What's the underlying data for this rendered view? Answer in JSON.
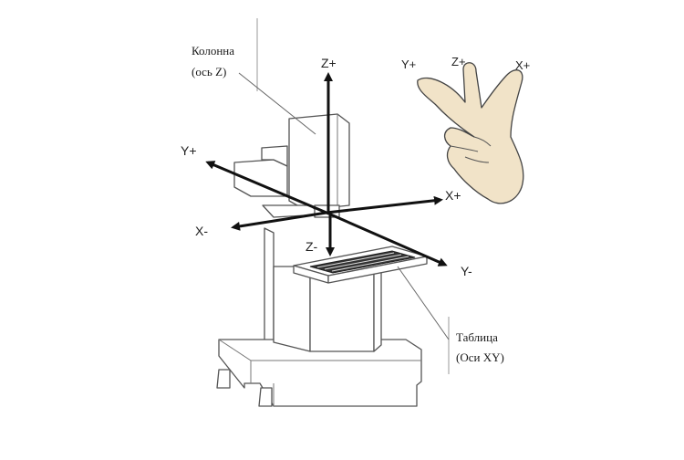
{
  "callouts": {
    "column": {
      "line1": "Колонна",
      "line2": "(ось Z)"
    },
    "table": {
      "line1": "Таблица",
      "line2": "(Оси XY)"
    }
  },
  "axes": {
    "z_plus": "Z+",
    "z_minus": "Z-",
    "x_plus": "X+",
    "x_minus": "X-",
    "y_plus": "Y+",
    "y_minus": "Y-"
  },
  "hand": {
    "y_plus": "Y+",
    "z_plus": "Z+",
    "x_plus": "X+"
  },
  "colors": {
    "arrow": "#111111",
    "machine_outline": "#555555",
    "hand_fill": "#f1e3c8",
    "hand_outline": "#444444"
  }
}
